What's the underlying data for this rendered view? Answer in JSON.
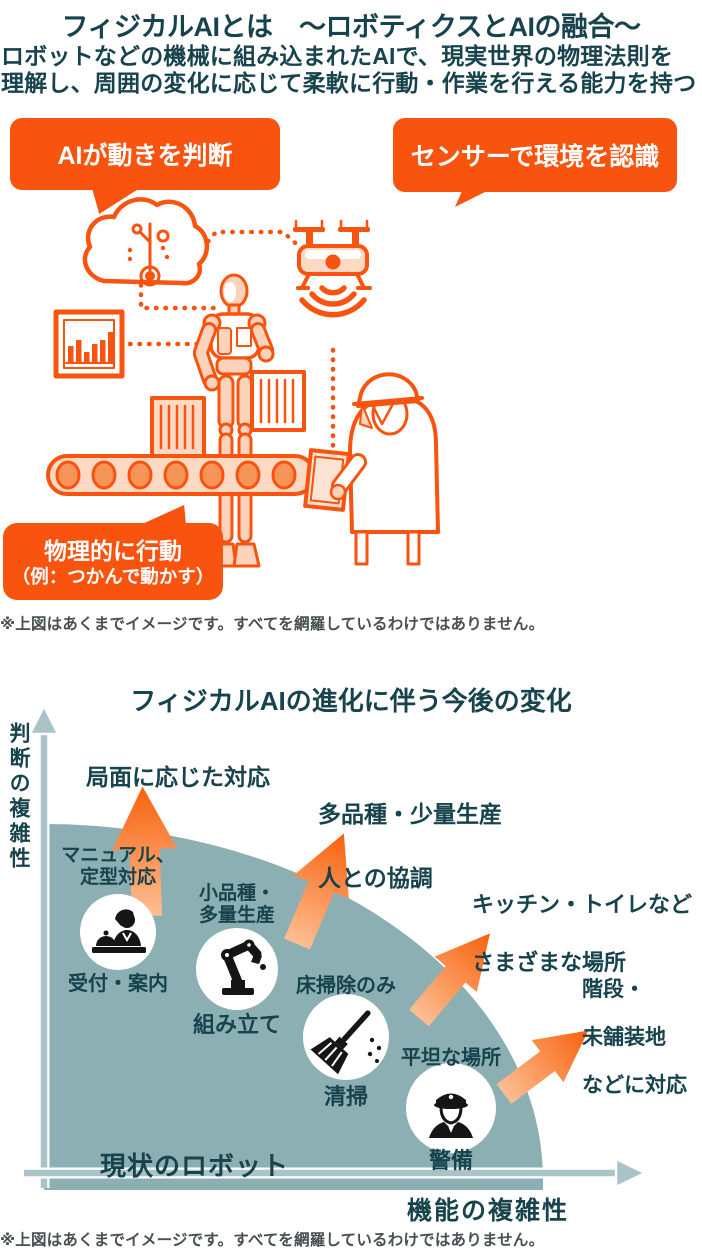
{
  "header": {
    "title": "フィジカルAIとは　～ロボティクスとAIの融合～",
    "description_lines": [
      "ロボットなどの機械に組み込まれたAIで、現実世界の物理法則を",
      "理解し、周囲の変化に応じて柔軟に行動・作業を行える能力を持つ"
    ]
  },
  "callouts": {
    "ai_judgment": "AIが動きを判断",
    "sensor_recognition": "センサーで環境を認識",
    "physical_action": {
      "title": "物理的に行動",
      "example": "（例：つかんで動かす）"
    }
  },
  "illustration": {
    "elements": [
      "cloud-ai-icon",
      "bar-chart-icon",
      "drone-icon",
      "signal-waves-icon",
      "humanoid-robot-icon",
      "cargo-box-icon",
      "conveyor-belt-icon",
      "worker-icon",
      "tablet-icon",
      "dotted-connector"
    ]
  },
  "notes": {
    "diagram_note": "※上図はあくまでイメージです。すべてを網羅しているわけではありません。",
    "chart_note": "※上図はあくまでイメージです。すべてを網羅しているわけではありません。"
  },
  "chart": {
    "title": "フィジカルAIの進化に伴う今後の変化",
    "y_axis_label": "判断の複雑性",
    "x_axis_label": "機能の複雑性",
    "region_label": "現状のロボット",
    "current_robots": [
      {
        "icon": "receptionist-icon",
        "constraint_lines": [
          "マニュアル、",
          "定型対応"
        ],
        "label": "受付・案内"
      },
      {
        "icon": "robot-arm-icon",
        "constraint_lines": [
          "小品種・",
          "多量生産"
        ],
        "label": "組み立て"
      },
      {
        "icon": "broom-icon",
        "constraint_lines": [
          "床掃除のみ"
        ],
        "label": "清掃"
      },
      {
        "icon": "security-guard-icon",
        "constraint_lines": [
          "平坦な場所"
        ],
        "label": "警備"
      }
    ],
    "future_changes": [
      {
        "lines": [
          "局面に応じた対応"
        ]
      },
      {
        "lines": [
          "多品種・少量生産",
          "人との協調"
        ]
      },
      {
        "lines": [
          "キッチン・トイレなど",
          "さまざまな場所"
        ]
      },
      {
        "lines": [
          "階段・",
          "未舗装地",
          "などに対応"
        ]
      }
    ]
  },
  "colors": {
    "accent_orange": "#F8530F",
    "light_orange_fill": "#FCD9C3",
    "dark_teal_text": "#17434D",
    "region_disc_teal": "#8CAFB3",
    "axis_teal": "#A9C3C9",
    "note_gray": "#474F51"
  }
}
